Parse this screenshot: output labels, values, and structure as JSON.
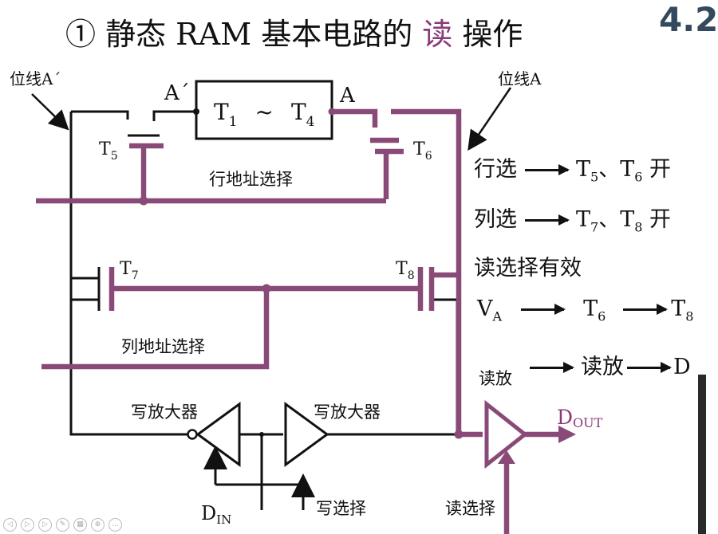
{
  "title": {
    "prefix": "① 静态 RAM 基本电路的",
    "highlight": "读",
    "suffix": "操作",
    "highlight_color": "#8a3a78"
  },
  "section_number": "4.2",
  "colors": {
    "wire": "#111111",
    "active_path": "#8a4a78"
  },
  "diagram": {
    "bitline_a_prime": "位线A´",
    "bitline_a": "位线A",
    "node_a_prime": "A´",
    "node_a": "A",
    "core_cell": {
      "t1": "T",
      "t1_sub": "1",
      "tilde": "~",
      "t4": "T",
      "t4_sub": "4"
    },
    "t5": {
      "main": "T",
      "sub": "5"
    },
    "t6": {
      "main": "T",
      "sub": "6"
    },
    "t7": {
      "main": "T",
      "sub": "7"
    },
    "t8": {
      "main": "T",
      "sub": "8"
    },
    "row_select": "行地址选择",
    "col_select": "列地址选择",
    "write_amp_left": "写放大器",
    "write_amp_right": "写放大器",
    "read_amp": "读放",
    "dout": {
      "main": "D",
      "sub": "OUT"
    },
    "din": {
      "main": "D",
      "sub": "IN"
    },
    "write_select": "写选择",
    "read_select": "读选择"
  },
  "notes": [
    {
      "left": "行选",
      "right": "T",
      "s1": "5",
      "sep": "、T",
      "s2": "6",
      "tail": " 开"
    },
    {
      "left": "列选",
      "right": "T",
      "s1": "7",
      "sep": "、T",
      "s2": "8",
      "tail": " 开"
    }
  ],
  "notes2": {
    "read_valid": "读选择有效",
    "va": "V",
    "va_sub": "A",
    "t6": "T",
    "t6_sub": "6",
    "t8": "T",
    "t8_sub": "8",
    "read_amp": "读放",
    "d": "D"
  },
  "toolbar_icons": [
    "prev-icon",
    "play-icon",
    "next-icon",
    "pen-icon",
    "slides-icon",
    "zoom-icon",
    "more-icon"
  ]
}
